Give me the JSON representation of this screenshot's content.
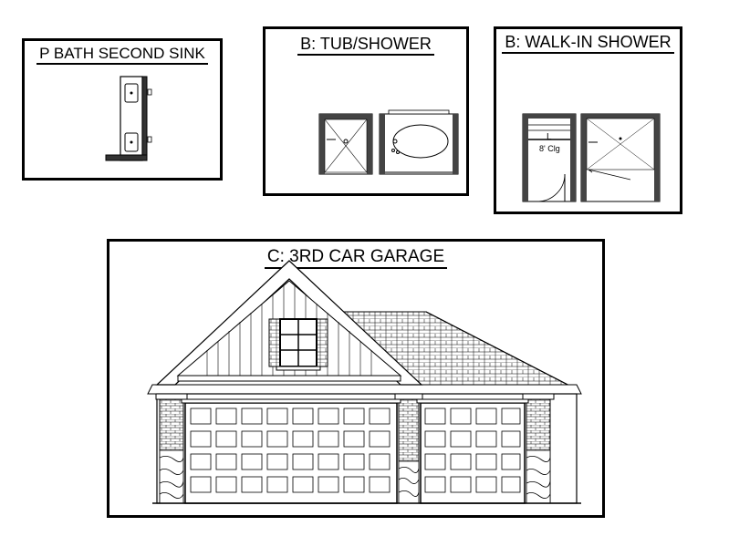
{
  "panels": {
    "bath_sink": {
      "title": "P BATH SECOND SINK"
    },
    "tub_shower": {
      "title": "B: TUB/SHOWER"
    },
    "walkin_shower": {
      "title": "B: WALK-IN SHOWER",
      "closet_letter": "L",
      "ceiling_note": "8' Clg"
    },
    "garage": {
      "title": "C: 3RD CAR GARAGE"
    }
  }
}
